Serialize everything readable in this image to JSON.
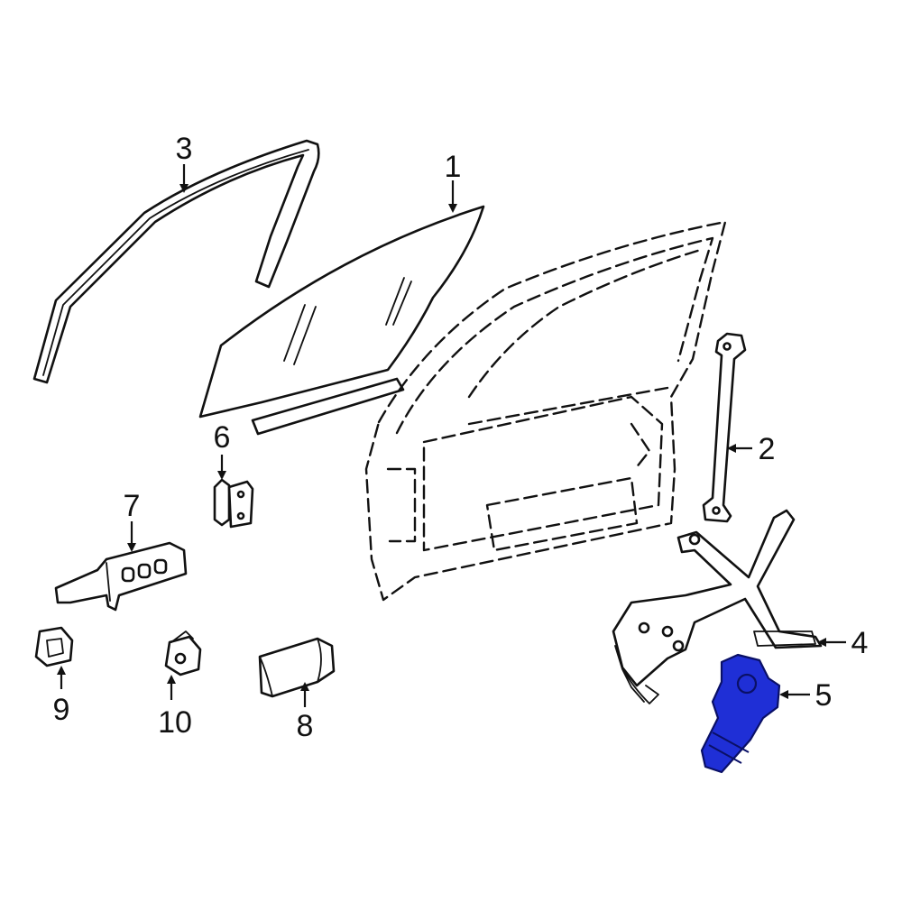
{
  "diagram": {
    "highlight_color": "#1f2fd6",
    "callouts": [
      {
        "id": "1",
        "label": "1"
      },
      {
        "id": "2",
        "label": "2"
      },
      {
        "id": "3",
        "label": "3"
      },
      {
        "id": "4",
        "label": "4"
      },
      {
        "id": "5",
        "label": "5"
      },
      {
        "id": "6",
        "label": "6"
      },
      {
        "id": "7",
        "label": "7"
      },
      {
        "id": "8",
        "label": "8"
      },
      {
        "id": "9",
        "label": "9"
      },
      {
        "id": "10",
        "label": "10"
      }
    ],
    "highlighted_part": "5"
  }
}
